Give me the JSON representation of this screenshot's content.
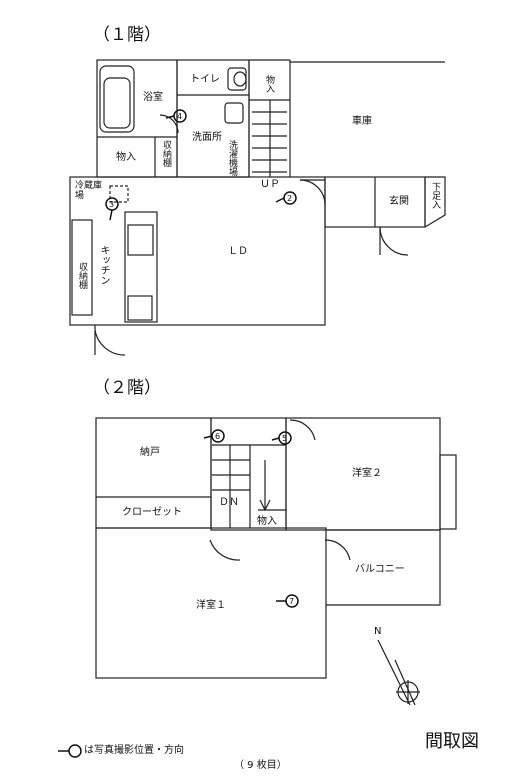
{
  "floor1": {
    "title": "（１階）",
    "rooms": {
      "bathroom": "浴室",
      "toilet": "トイレ",
      "storage_upper": "物入",
      "storage_lower": "物入",
      "storage_shelf": "収納棚",
      "washroom": "洗面所",
      "laundry": "洗濯機場",
      "garage": "車庫",
      "fridge": "冷蔵庫場",
      "kitchen": "キッチン",
      "kitchen_shelf": "収納棚",
      "ld": "ＬＤ",
      "entrance": "玄関",
      "shoe_box": "下足入",
      "up": "ＵＰ"
    }
  },
  "floor2": {
    "title": "（２階）",
    "rooms": {
      "storeroom": "納戸",
      "western2": "洋室２",
      "closet": "クローゼット",
      "dn": "ＤＮ",
      "storage": "物入",
      "balcony": "バルコニー",
      "western1": "洋室１"
    }
  },
  "photo_markers": [
    "2",
    "3",
    "4",
    "5",
    "6",
    "7"
  ],
  "legend": "は写真撮影位置・方向",
  "diagram_title": "間取図",
  "page_label": "（ 9 枚目）",
  "compass": "N"
}
